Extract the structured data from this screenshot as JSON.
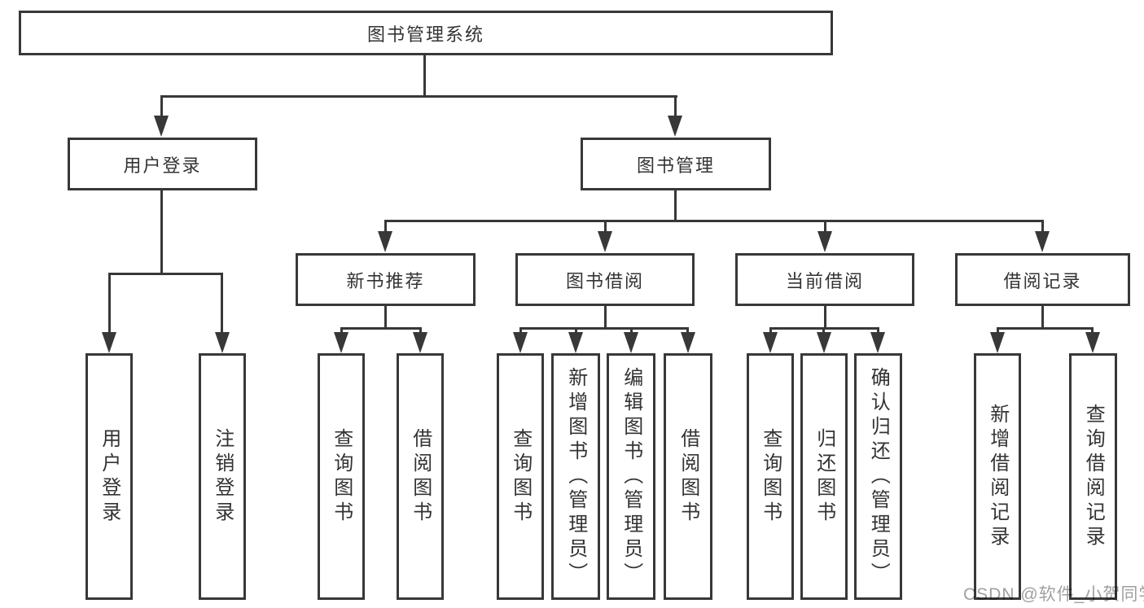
{
  "tree": {
    "root": {
      "label": "图书管理系统"
    },
    "branches": [
      {
        "label": "用户登录",
        "children": [
          "用户登录",
          "注销登录"
        ]
      },
      {
        "label": "图书管理",
        "groups": [
          {
            "label": "新书推荐",
            "children": [
              "查询图书",
              "借阅图书"
            ]
          },
          {
            "label": "图书借阅",
            "children": [
              "查询图书",
              "新增图书（管理员）",
              "编辑图书（管理员）",
              "借阅图书"
            ]
          },
          {
            "label": "当前借阅",
            "children": [
              "查询图书",
              "归还图书",
              "确认归还（管理员）"
            ]
          },
          {
            "label": "借阅记录",
            "children": [
              "新增借阅记录",
              "查询借阅记录"
            ]
          }
        ]
      }
    ]
  },
  "watermark": {
    "text": "CSDN @软件_小贺同学"
  },
  "colors": {
    "line": "#383838",
    "box_border": "#383838",
    "text": "#333333",
    "watermark_text": "#a0a0a0",
    "background": "#ffffff"
  }
}
